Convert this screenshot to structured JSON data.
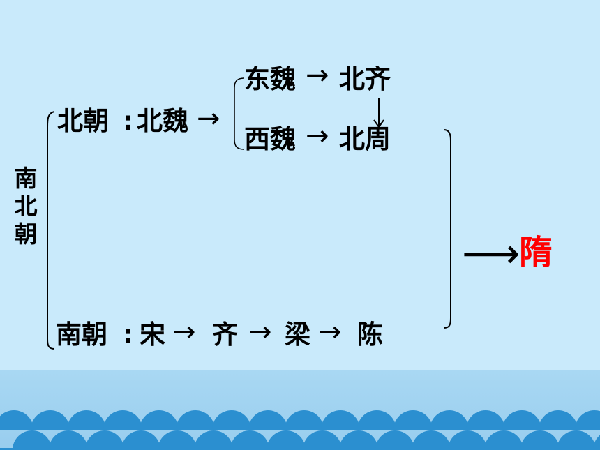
{
  "colors": {
    "background": "#c9eafb",
    "band": "#a9d8f3",
    "wave": "#2b8fd0",
    "text": "#000000",
    "highlight": "#ff0000"
  },
  "diagram": {
    "root": "南北朝",
    "north": {
      "label": "北朝",
      "colon": ":",
      "start": "北魏",
      "branch_east": {
        "first": "东魏",
        "second": "北齐"
      },
      "branch_west": {
        "first": "西魏",
        "second": "北周"
      }
    },
    "south": {
      "label": "南朝",
      "colon": ":",
      "sequence": [
        "宋",
        "齐",
        "梁",
        "陈"
      ]
    },
    "result": "隋"
  }
}
